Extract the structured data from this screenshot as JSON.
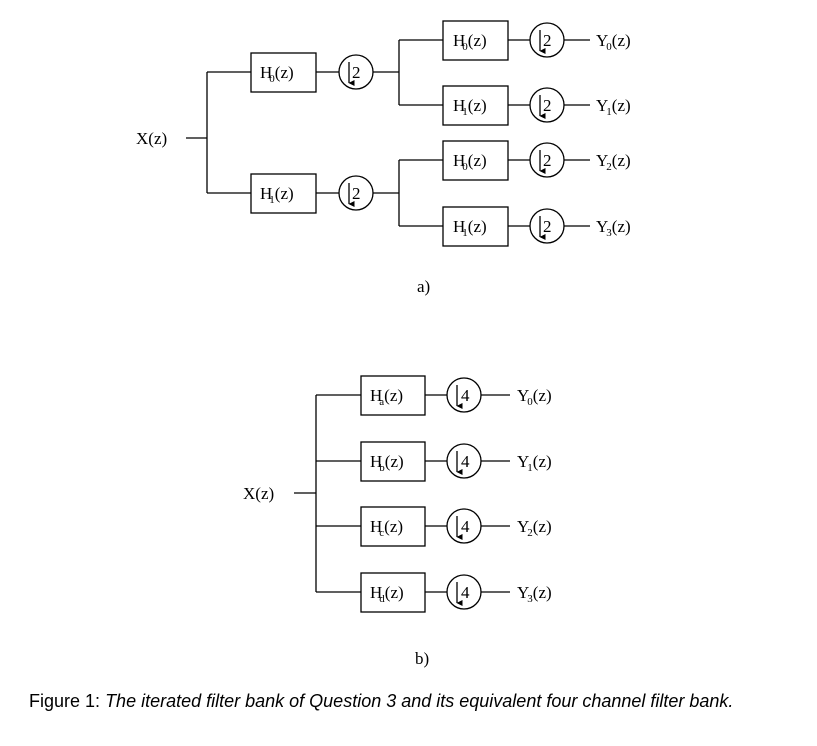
{
  "diagram_a": {
    "input": {
      "base": "X",
      "arg": "(z)"
    },
    "stage1": [
      {
        "base": "H",
        "sub": "0",
        "arg": "(z)",
        "down": "2"
      },
      {
        "base": "H",
        "sub": "1",
        "arg": "(z)",
        "down": "2"
      }
    ],
    "stage2": [
      {
        "base": "H",
        "sub": "0",
        "arg": "(z)",
        "down": "2"
      },
      {
        "base": "H",
        "sub": "1",
        "arg": "(z)",
        "down": "2"
      },
      {
        "base": "H",
        "sub": "0",
        "arg": "(z)",
        "down": "2"
      },
      {
        "base": "H",
        "sub": "1",
        "arg": "(z)",
        "down": "2"
      }
    ],
    "outputs": [
      {
        "base": "Y",
        "sub": "0",
        "arg": "(z)"
      },
      {
        "base": "Y",
        "sub": "1",
        "arg": "(z)"
      },
      {
        "base": "Y",
        "sub": "2",
        "arg": "(z)"
      },
      {
        "base": "Y",
        "sub": "3",
        "arg": "(z)"
      }
    ],
    "label": "a)"
  },
  "diagram_b": {
    "input": {
      "base": "X",
      "arg": "(z)"
    },
    "filters": [
      {
        "base": "H",
        "sub": "a",
        "arg": "(z)",
        "down": "4"
      },
      {
        "base": "H",
        "sub": "b",
        "arg": "(z)",
        "down": "4"
      },
      {
        "base": "H",
        "sub": "c",
        "arg": "(z)",
        "down": "4"
      },
      {
        "base": "H",
        "sub": "d",
        "arg": "(z)",
        "down": "4"
      }
    ],
    "outputs": [
      {
        "base": "Y",
        "sub": "0",
        "arg": "(z)"
      },
      {
        "base": "Y",
        "sub": "1",
        "arg": "(z)"
      },
      {
        "base": "Y",
        "sub": "2",
        "arg": "(z)"
      },
      {
        "base": "Y",
        "sub": "3",
        "arg": "(z)"
      }
    ],
    "label": "b)"
  },
  "caption": {
    "prefix": "Figure 1:",
    "text": "The iterated filter bank of Question 3 and its equivalent four channel filter bank."
  }
}
